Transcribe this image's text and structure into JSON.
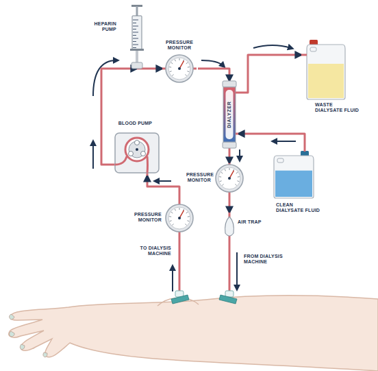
{
  "diagram": {
    "nodes": [
      {
        "text": [
          "HEPARIN PUMP"
        ]
      },
      {
        "text": [
          "PRESSURE MONITOR"
        ]
      },
      {
        "text": [
          "DIALYZER"
        ]
      },
      {
        "text": [
          "WASTE DIALYSATE FLUID"
        ]
      },
      {
        "text": [
          "CLEAN DIALYSATE FLUID"
        ]
      },
      {
        "text": [
          "PRESSURE MONITOR"
        ]
      },
      {
        "text": [
          "AIR TRAP"
        ]
      },
      {
        "text": [
          "BLOOD PUMP"
        ]
      },
      {
        "text": [
          "PRESSURE MONITOR"
        ]
      }
    ],
    "edges": [
      {
        "from": 8,
        "to": 7,
        "arrow": "to"
      },
      {
        "from": 7,
        "to": 0,
        "arrow": "to"
      },
      {
        "from": 0,
        "to": 1,
        "arrow": "to"
      },
      {
        "from": 1,
        "to": 2,
        "arrow": "to"
      },
      {
        "from": 2,
        "to": 3,
        "arrow": "to"
      },
      {
        "from": 4,
        "to": 2,
        "arrow": "to"
      },
      {
        "from": 2,
        "to": 5,
        "arrow": "to"
      },
      {
        "from": 5,
        "to": 6,
        "arrow": "to"
      }
    ],
    "labels": [
      "TO DIALYSIS MACHINE",
      "FROM DIALYSIS MACHINE"
    ]
  }
}
